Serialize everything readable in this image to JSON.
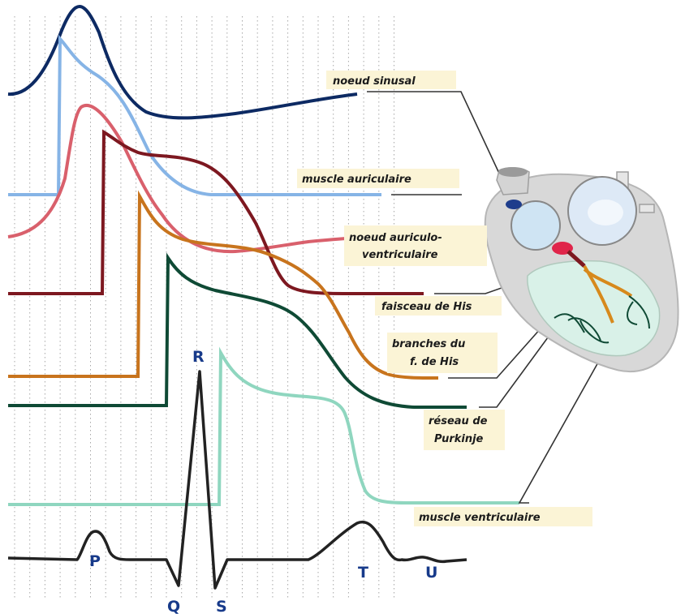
{
  "labels": {
    "noeud_sinusal": "noeud sinusal",
    "muscle_auriculaire": "muscle auriculaire",
    "noeud_av_1": "noeud auriculo-",
    "noeud_av_2": "ventriculaire",
    "faisceau_his": "faisceau de His",
    "branches_1": "branches du",
    "branches_2": "f. de His",
    "purkinje_1": "réseau de",
    "purkinje_2": "Purkinje",
    "muscle_ventriculaire": "muscle ventriculaire"
  },
  "ecg_waves": {
    "P": "P",
    "Q": "Q",
    "R": "R",
    "S": "S",
    "T": "T",
    "U": "U"
  },
  "colors": {
    "sinusal": "#0d2a63",
    "auriculaire": "#86b4e6",
    "noeud_av": "#d9606c",
    "his": "#7d1820",
    "branches": "#c8741d",
    "purkinje": "#0f4a35",
    "ventriculaire": "#8fd6bf",
    "ecg": "#222222",
    "label_bg": "#fbf4d6",
    "grid": "#8a8a8a"
  }
}
